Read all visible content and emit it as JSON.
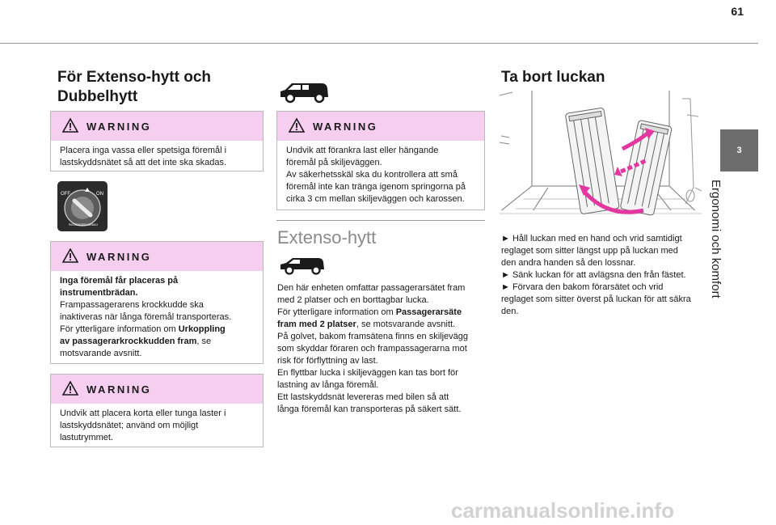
{
  "page": {
    "number": "61",
    "chapter_number": "3",
    "chapter_title": "Ergonomi och komfort",
    "watermark": "carmanualsonline.info"
  },
  "col1": {
    "title_line1": "För Extenso-hytt och",
    "title_line2": "Dubbelhytt",
    "warning1": {
      "title": "WARNING",
      "text": "Placera inga vassa eller spetsiga föremål i lastskyddsnätet så att det inte ska skadas."
    },
    "airbag_switch": {
      "off": "OFF",
      "on": "ON",
      "ring": "PASSENGER AIRBAG"
    },
    "warning2": {
      "title": "WARNING",
      "bold_line1": "Inga föremål får placeras på",
      "bold_line2": "instrumentbrädan.",
      "line3": "Frampassagerarens krockkudde ska",
      "line4": "inaktiveras när långa föremål transporteras.",
      "line5": "För ytterligare information om ",
      "line5_bold": "Urkoppling",
      "line6_bold": "av passagerarkrockkudden fram",
      "line6_rest": ", se",
      "line7": "motsvarande avsnitt."
    },
    "warning3": {
      "title": "WARNING",
      "text": "Undvik att placera korta eller tunga laster i lastskyddsnätet; använd om möjligt lastutrymmet."
    }
  },
  "col2": {
    "warning": {
      "title": "WARNING",
      "line1": "Undvik att förankra last eller hängande",
      "line2": "föremål på skiljeväggen.",
      "line3": "Av säkerhetsskäl ska du kontrollera att små",
      "line4": "föremål inte kan tränga igenom springorna på",
      "line5": "cirka 3 cm mellan skiljeväggen och karossen."
    },
    "subtitle": "Extenso-hytt",
    "p": [
      "Den här enheten omfattar passagerarsätet fram",
      "med 2 platser och en borttagbar lucka.",
      "För ytterligare information om ",
      "Passagerarsäte",
      "fram med 2 platser",
      ", se motsvarande avsnitt.",
      "På golvet, bakom framsätena finns en skiljevägg",
      "som skyddar föraren och frampassagerarna mot",
      "risk för förflyttning av last.",
      "En flyttbar lucka i skiljeväggen kan tas bort för",
      "lastning av långa föremål.",
      "Ett lastskyddsnät levereras med bilen så att",
      "långa föremål kan transporteras på säkert sätt."
    ]
  },
  "col3": {
    "title": "Ta bort luckan",
    "steps": [
      "►  Håll luckan med en hand och vrid samtidigt",
      "reglaget som sitter längst upp på luckan med",
      "den andra handen så den lossnar.",
      "►  Sänk luckan för att avlägsna den från fästet.",
      "►  Förvara den bakom förarsätet och vrid",
      "reglaget som sitter överst på luckan för att säkra",
      "den."
    ]
  },
  "colors": {
    "warning_header": "#f6cff0",
    "chapter_tab": "#6d6d6d",
    "arrow": "#e2389f"
  }
}
